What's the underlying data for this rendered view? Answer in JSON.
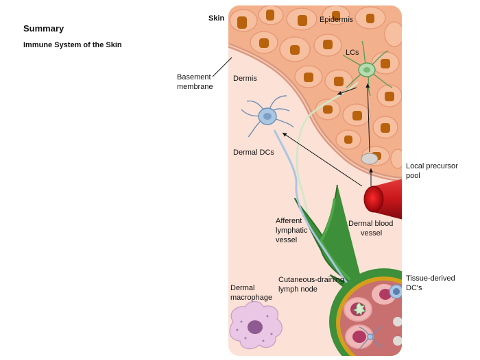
{
  "summary": "Summary",
  "subtitle": "Immune System of the Skin",
  "labels": {
    "skin": "Skin",
    "epidermis": "Epidermis",
    "lcs": "LCs",
    "basement_1": "Basement",
    "basement_2": "membrane",
    "dermis": "Dermis",
    "dermal_dcs": "Dermal DCs",
    "precursor_1": "Local precursor",
    "precursor_2": "pool",
    "afferent_1": "Afferent",
    "afferent_2": "lymphatic",
    "afferent_3": "vessel",
    "blood_1": "Dermal blood",
    "blood_2": "vessel",
    "node_1": "Cutaneous-draining",
    "node_2": "lymph node",
    "macro_1": "Dermal",
    "macro_2": "macrophage",
    "tissue_1": "Tissue-derived",
    "tissue_2": "DC's"
  },
  "colors": {
    "dermis": "#fbe1d6",
    "epidermis": "#f3b08d",
    "melanin": "#b8620e",
    "blood_vessel": "#c8161b",
    "lymphatic": "#3d8f3a",
    "dc_cell": "#a9c6e2",
    "lc_cell": "#b4dcb0",
    "macrophage": "#e9c7e5"
  }
}
